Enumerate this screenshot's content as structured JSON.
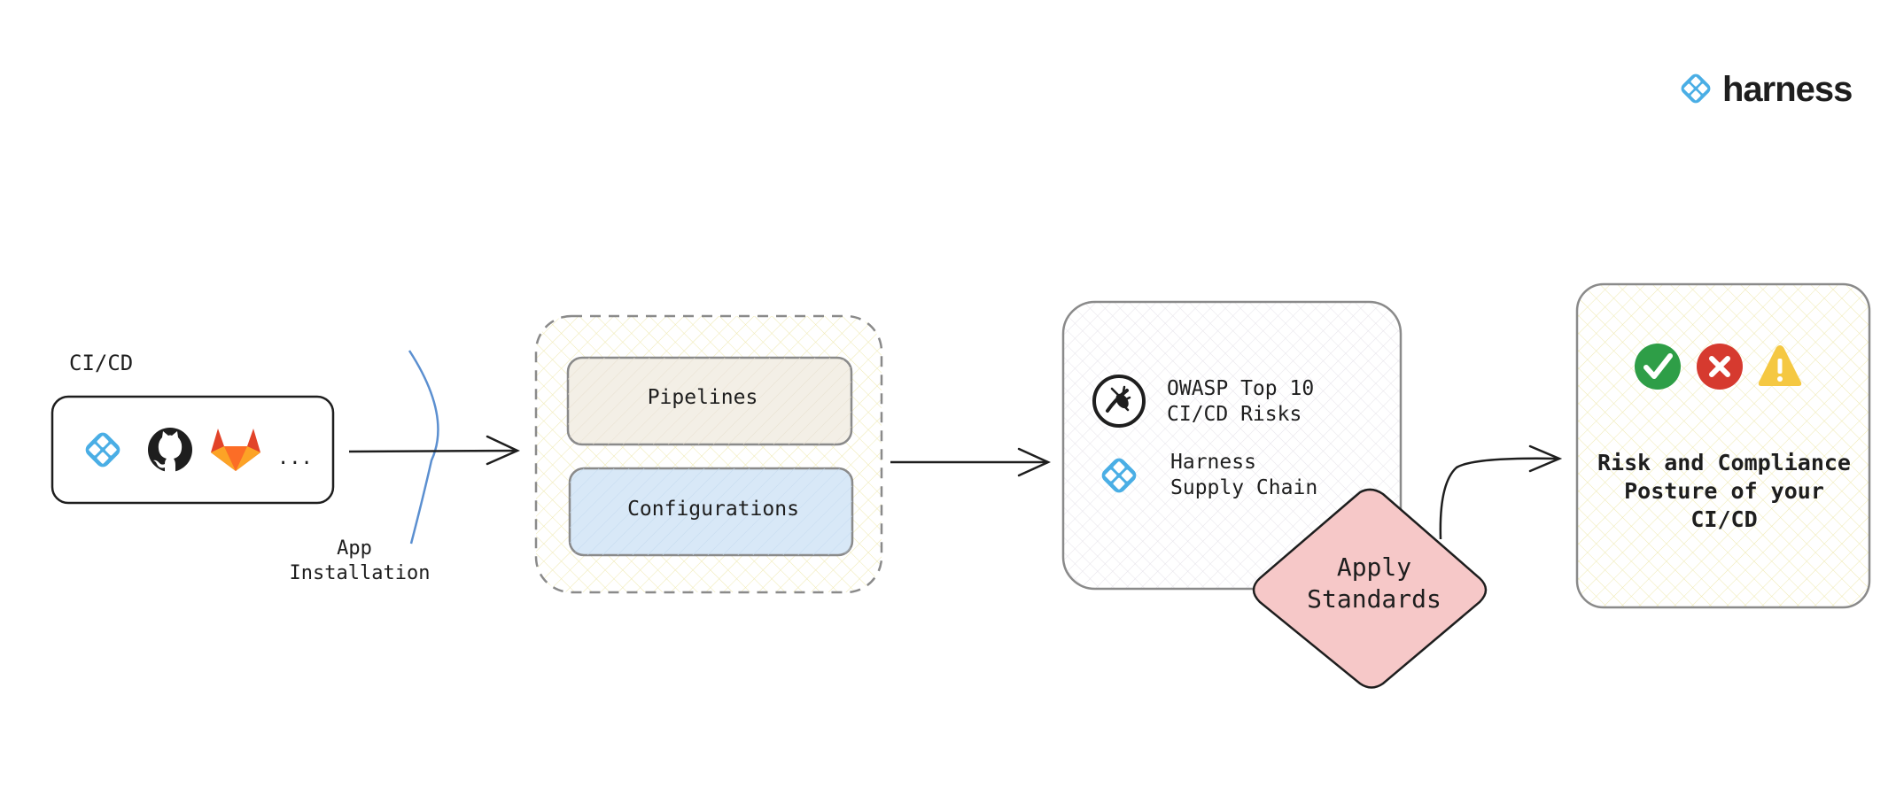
{
  "brand": {
    "name": "harness"
  },
  "cicd": {
    "title": "CI/CD",
    "tools": [
      "harness-icon",
      "github-icon",
      "gitlab-icon"
    ],
    "more": "..."
  },
  "app_installation": {
    "line1": "App",
    "line2": "Installation"
  },
  "collected": {
    "pipelines": "Pipelines",
    "configurations": "Configurations"
  },
  "standards": {
    "owasp_line1": "OWASP Top 10",
    "owasp_line2": "CI/CD Risks",
    "harness_line1": "Harness",
    "harness_line2": "Supply Chain"
  },
  "apply": {
    "line1": "Apply",
    "line2": "Standards"
  },
  "posture": {
    "icons": [
      "check-icon",
      "cross-icon",
      "warning-icon"
    ],
    "line1": "Risk and Compliance",
    "line2": "Posture of your",
    "line3": "CI/CD"
  },
  "colors": {
    "harness_blue": "#4aaee5",
    "pipelines_fill": "#f3efe6",
    "configurations_fill": "#d8e8f7",
    "apply_fill": "#f6c8c8",
    "yellow_hatch": "#f5f0c8",
    "check_green": "#2e9e47",
    "cross_red": "#d63a2f",
    "warning_yellow": "#f5c842"
  }
}
